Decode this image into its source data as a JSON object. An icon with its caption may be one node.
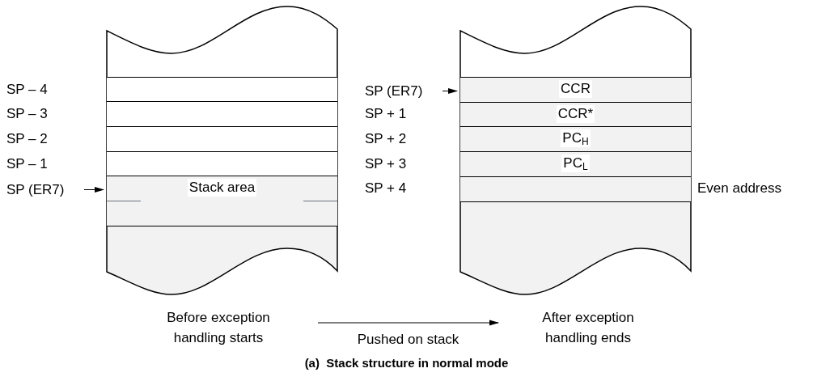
{
  "diagram": {
    "caption": "(a)  Stack structure in normal mode",
    "nodes": [
      {
        "text": [],
        "shape": "box"
      },
      {
        "text": [],
        "shape": "box",
        "in": 0
      },
      {
        "text": [],
        "shape": "box",
        "in": 0
      },
      {
        "text": [],
        "shape": "box",
        "in": 0
      },
      {
        "text": [],
        "shape": "box",
        "in": 0
      },
      {
        "text": [
          "Stack area"
        ],
        "in": 0
      },
      {
        "text": [
          "SP (ER7)"
        ]
      },
      {
        "text": [],
        "shape": "box"
      },
      {
        "text": [
          "SP (ER7)"
        ]
      },
      {
        "text": [
          "CCR"
        ],
        "in": 7
      },
      {
        "text": [
          "CCR*"
        ],
        "in": 7
      },
      {
        "text": [
          "PC$_{H}$"
        ],
        "in": 7
      },
      {
        "text": [
          "PC$_{L}$"
        ],
        "in": 7
      },
      {
        "text": [],
        "shape": "box",
        "in": 7
      },
      {
        "text": [
          "Before exception handling starts"
        ]
      },
      {
        "text": [
          "After exception handling ends"
        ]
      }
    ],
    "edges": [
      {
        "from": 6,
        "to": 5,
        "arrow": "to"
      },
      {
        "from": 8,
        "to": 9,
        "arrow": "to"
      },
      {
        "from": 14,
        "to": 15,
        "arrow": "to",
        "label": "Pushed on stack"
      }
    ],
    "labels": [
      "SP – 4",
      "SP – 3",
      "SP – 2",
      "SP – 1",
      "SP + 1",
      "SP + 2",
      "SP + 3",
      "SP + 4",
      "Even address"
    ]
  }
}
